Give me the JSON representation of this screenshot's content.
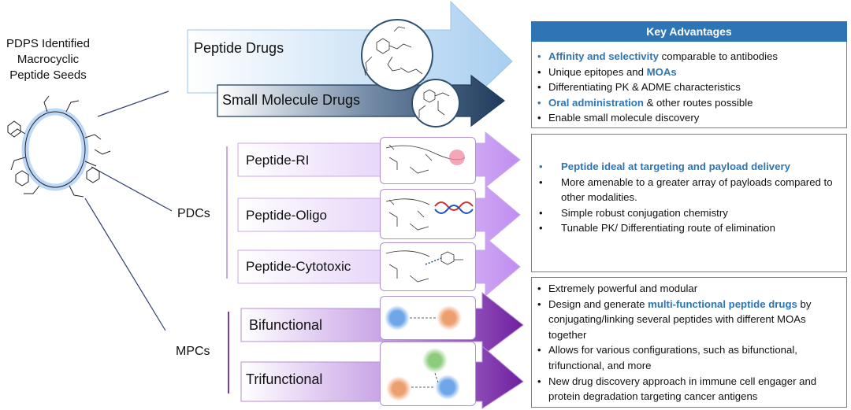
{
  "seed": {
    "title_lines": [
      "PDPS Identified",
      "Macrocyclic",
      "Peptide Seeds"
    ]
  },
  "rows": {
    "peptide_drugs": "Peptide Drugs",
    "small_molecule_drugs": "Small Molecule Drugs",
    "pdcs_label": "PDCs",
    "peptide_ri": "Peptide-RI",
    "peptide_oligo": "Peptide-Oligo",
    "peptide_cytotoxic": "Peptide-Cytotoxic",
    "mpcs_label": "MPCs",
    "bifunctional": "Bifunctional",
    "trifunctional": "Trifunctional"
  },
  "advantages": {
    "title": "Key Advantages",
    "items": [
      {
        "hl": "Affinity and selectivity",
        "text": " comparable to antibodies"
      },
      {
        "text": "Unique epitopes and ",
        "hl_end": "MOAs"
      },
      {
        "text": "Differentiating PK & ADME characteristics"
      },
      {
        "hl": "Oral administration",
        "text": " & other routes possible"
      },
      {
        "text": "Enable small molecule discovery"
      }
    ]
  },
  "pdc_points": [
    {
      "hl": "Peptide ideal at targeting and payload delivery"
    },
    {
      "text": "More amenable to a greater array of payloads compared to other modalities."
    },
    {
      "text": "Simple robust conjugation chemistry"
    },
    {
      "text": "Tunable PK/ Differentiating route of elimination"
    }
  ],
  "mpc_points": [
    {
      "text": "Extremely powerful and modular"
    },
    {
      "pre": "Design and generate ",
      "hl": "multi-functional peptide drugs",
      "post": " by conjugating/linking several peptides with different MOAs together"
    },
    {
      "text": "Allows for various configurations, such as bifunctional, trifunctional, and more"
    },
    {
      "text": "New drug discovery approach in immune cell engager and protein degradation targeting cancer antigens"
    }
  ],
  "colors": {
    "accent_blue": "#2e75b6",
    "light_blue_arrow": "#cfe4f7",
    "navy_arrow": "#1f3a5c",
    "purple_arrow": "#c79bf0",
    "dark_purple_arrow": "#7a2aa8"
  }
}
